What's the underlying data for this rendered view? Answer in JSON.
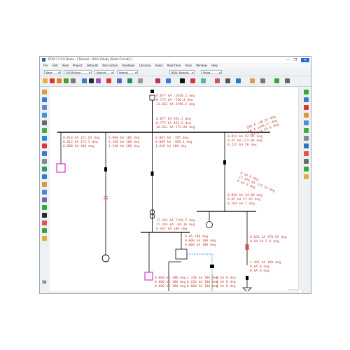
{
  "window": {
    "title": "ETAP 17.0.0 Demo - [ Demo2 : OLV1 (Study (Short Circuit)) ]",
    "controls": [
      "—",
      "❐",
      "✕"
    ]
  },
  "menubar": [
    "File",
    "Edit",
    "View",
    "Project",
    "Defaults",
    "RevControl",
    "Rulebook",
    "Libraries",
    "Rules",
    "Real-Time",
    "Tools",
    "Window",
    "Help"
  ],
  "toolbar": {
    "combo_base": "Base",
    "combo_study": "3VCM-Vision",
    "combo_normal": "Normal",
    "combo_config": "Noncuit",
    "combo_presentation": "BDM (Default)",
    "combo_phase": "Phase"
  },
  "sidebar_label": "SI",
  "diagram": {
    "annot_top": [
      "0.077 kA -1050.2 deg",
      "0.775 kA -766.4 deg",
      "14.661 kA 3496.2 deg"
    ],
    "annot_mid": [
      "0.077 kA 956.2 deg",
      "0.775 kA 625.5 deg",
      "16.661 kA 179.09 deg"
    ],
    "annot_b1": [
      "0.014 kA 151.83 deg",
      "0.012 kA 172.5 deg",
      "0.000 kA 180 deg"
    ],
    "annot_b2": [
      "0.000 kA 180 deg",
      "1.166 kA 180 deg",
      "1.248 kA 180 deg"
    ],
    "annot_b3": [
      "0.001 kA -785 deg",
      "0.089 kA -468.4 deg",
      "1.249 kA 180 deg"
    ],
    "annot_b4": [
      "0.054 kA 97.31 deg",
      "0.35 kA 123.86 deg",
      "0.235 kA 20 deg"
    ],
    "annot_diag1": [
      "105 A -56.37 deg",
      "66 A 1448.47 deg",
      "103.1 A 55.6 deg"
    ],
    "annot_diag2": [
      "0 kA 0 deg",
      "12.476 kA 127.24 deg",
      "0 kA 0 deg"
    ],
    "annot_load": [
      "0.056 kA 34.89 deg",
      "0.05 kA 57.65 deg",
      "0.104 kA 1 deg"
    ],
    "annot_sub": [
      "17.283 kA 7169.7 deg",
      "17.283 kA -88.36 deg",
      "0.447 kA 180 deg"
    ],
    "annot_sub2": [
      "0 kA 180 deg",
      "0.000 kA 180 deg",
      "0.000 kA 180 deg"
    ],
    "annot_right1": [
      "0.691 kA 270.95 deg",
      "0.04 kA 5.0 deg"
    ],
    "annot_right2": [
      "1.481 kA 180 deg",
      "0 kA 0 deg",
      "0 kA 0 deg"
    ],
    "annot_low1": [
      "0.000 kA 180 deg",
      "0.000 kA 180 deg",
      "0.000 kA 180 deg"
    ],
    "annot_low2": [
      "1.148 kA 180 deg",
      "0.226 kA 180 deg",
      "0.000 kA 180 deg"
    ],
    "annot_low3": [
      "0 kA 0 deg",
      "0 kA 0 deg",
      "0 kA 0 deg"
    ]
  },
  "colors": {
    "annotation": "#c2463f",
    "bus": "#000000",
    "cable": "#3a9ad9",
    "motor_box": "#d633d6"
  }
}
